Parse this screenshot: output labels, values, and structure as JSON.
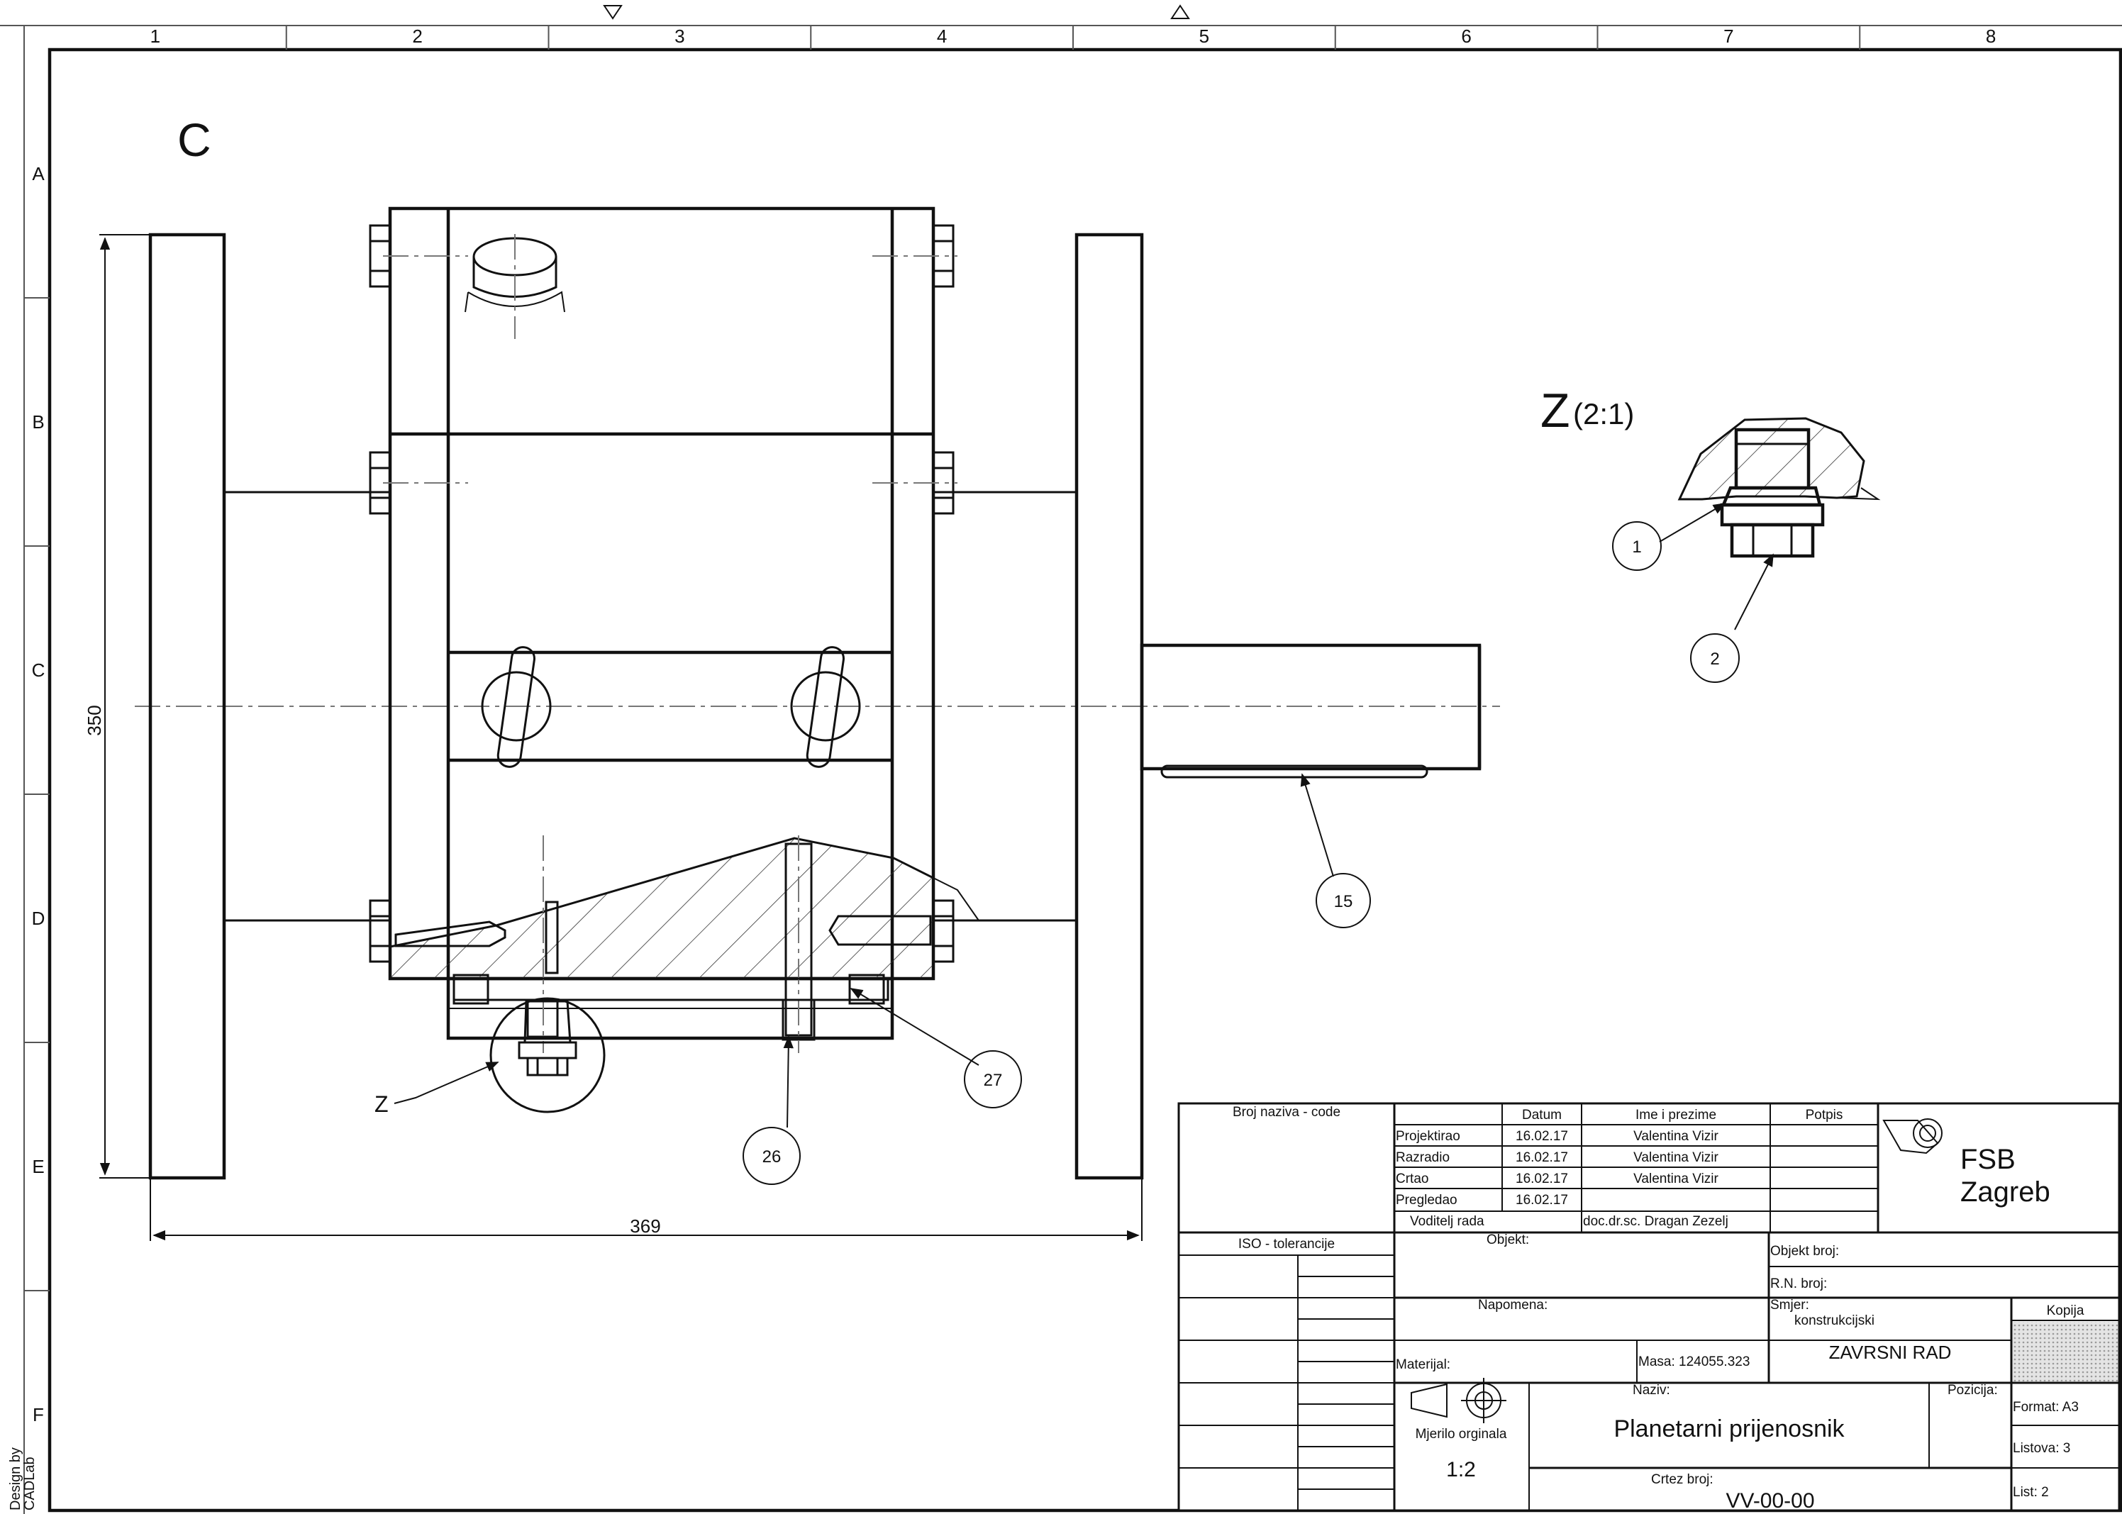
{
  "sheet": {
    "column_numbers": [
      "1",
      "2",
      "3",
      "4",
      "5",
      "6",
      "7",
      "8"
    ],
    "row_letters": [
      "A",
      "B",
      "C",
      "D",
      "E",
      "F"
    ],
    "side_credit": "Design by\nCADLab"
  },
  "drawing": {
    "section_view_label": "C",
    "detail_view_letter": "Z",
    "detail_view_scale": "(2:1)",
    "detail_callout": "Z",
    "dimensions": {
      "height": "350",
      "width": "369"
    },
    "position_balloons": [
      "1",
      "2",
      "15",
      "26",
      "27"
    ]
  },
  "title_block": {
    "code_label": "Broj naziva - code",
    "header": {
      "datum": "Datum",
      "name": "Ime i prezime",
      "sign": "Potpis"
    },
    "rows": [
      {
        "role": "Projektirao",
        "date": "16.02.17",
        "name": "Valentina Vizir"
      },
      {
        "role": "Razradio",
        "date": "16.02.17",
        "name": "Valentina Vizir"
      },
      {
        "role": "Crtao",
        "date": "16.02.17",
        "name": "Valentina Vizir"
      },
      {
        "role": "Pregledao",
        "date": "16.02.17",
        "name": ""
      }
    ],
    "supervisor_label": "Voditelj rada",
    "supervisor_name": "doc.dr.sc. Dragan Zezelj",
    "logo_line1": "FSB",
    "logo_line2": "Zagreb",
    "iso_label": "ISO - tolerancije",
    "object_label": "Objekt:",
    "object_number_label": "Objekt broj:",
    "rn_label": "R.N. broj:",
    "note_label": "Napomena:",
    "direction_label": "Smjer:",
    "direction_value": "konstrukcijski",
    "copy_label": "Kopija",
    "work_type": "ZAVRSNI RAD",
    "material_label": "Materijal:",
    "mass_label": "Masa: 124055.323",
    "name_label": "Naziv:",
    "position_label": "Pozicija:",
    "scale_label": "Mjerilo orginala",
    "scale_value": "1:2",
    "title": "Planetarni prijenosnik",
    "drawing_number_label": "Crtez broj:",
    "drawing_number": "VV-00-00",
    "format": "Format: A3",
    "sheets_total": "Listova: 3",
    "sheet_number": "List: 2"
  }
}
